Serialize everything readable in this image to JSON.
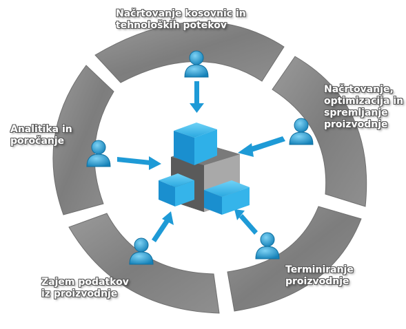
{
  "colors": {
    "ring": "#8a8a8a",
    "accent": "#1e9ad6",
    "cube_dark": "#5e5e5e",
    "cube_light": "#a9a9a9"
  },
  "center": {
    "icon": "cube-icon"
  },
  "stages": [
    {
      "id": "top",
      "icon": "person-icon",
      "lines": [
        "Načrtovanje kosovnic in",
        "tehnoloških potekov"
      ]
    },
    {
      "id": "right",
      "icon": "person-icon",
      "lines": [
        "Načrtovanje,",
        "optimizacija in",
        "spremljanje",
        "proizvodnje"
      ]
    },
    {
      "id": "bottom-right",
      "icon": "person-icon",
      "lines": [
        "Terminiranje",
        "proizvodnje"
      ]
    },
    {
      "id": "bottom-left",
      "icon": "person-icon",
      "lines": [
        "Zajem podatkov",
        "iz proizvodnje"
      ]
    },
    {
      "id": "left",
      "icon": "person-icon",
      "lines": [
        "Analitika in",
        "poročanje"
      ]
    }
  ]
}
